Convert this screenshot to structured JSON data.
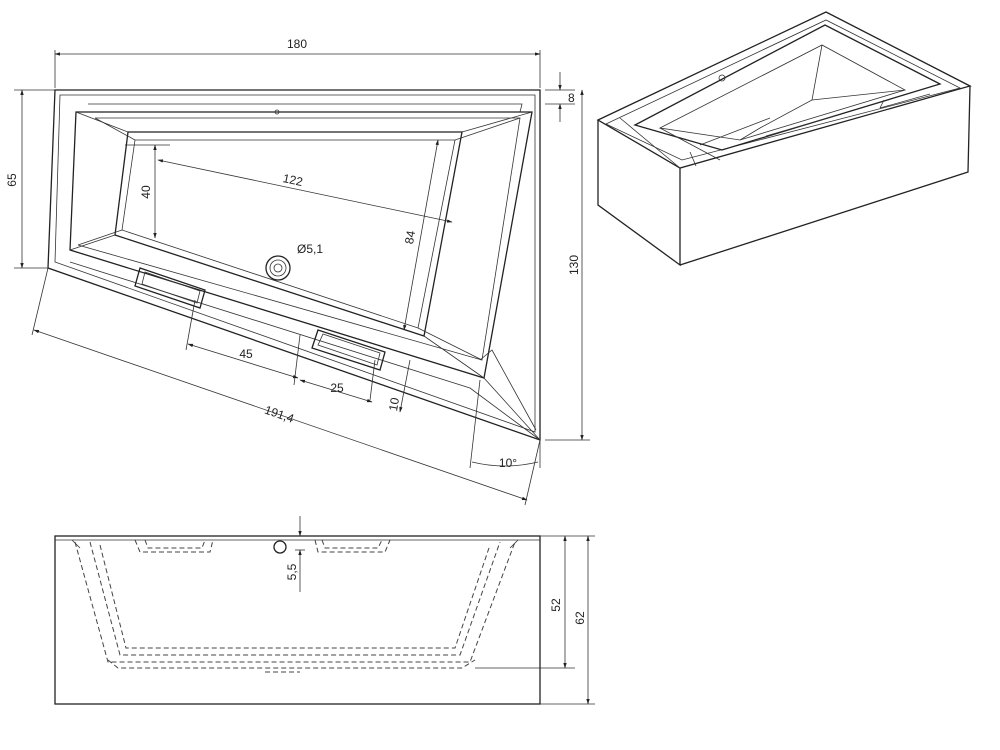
{
  "dimensions": {
    "top_width": "180",
    "rim_depth": "8",
    "left_height": "65",
    "right_height": "130",
    "basin_depth_left": "40",
    "basin_length": "122",
    "basin_width": "84",
    "drain_diameter": "Ø5,1",
    "handle_spacing": "45",
    "handle_width": "25",
    "handle_offset": "10",
    "front_length": "191,4",
    "angle": "10°",
    "overflow_height": "5,5",
    "inner_depth": "52",
    "total_height": "62"
  }
}
